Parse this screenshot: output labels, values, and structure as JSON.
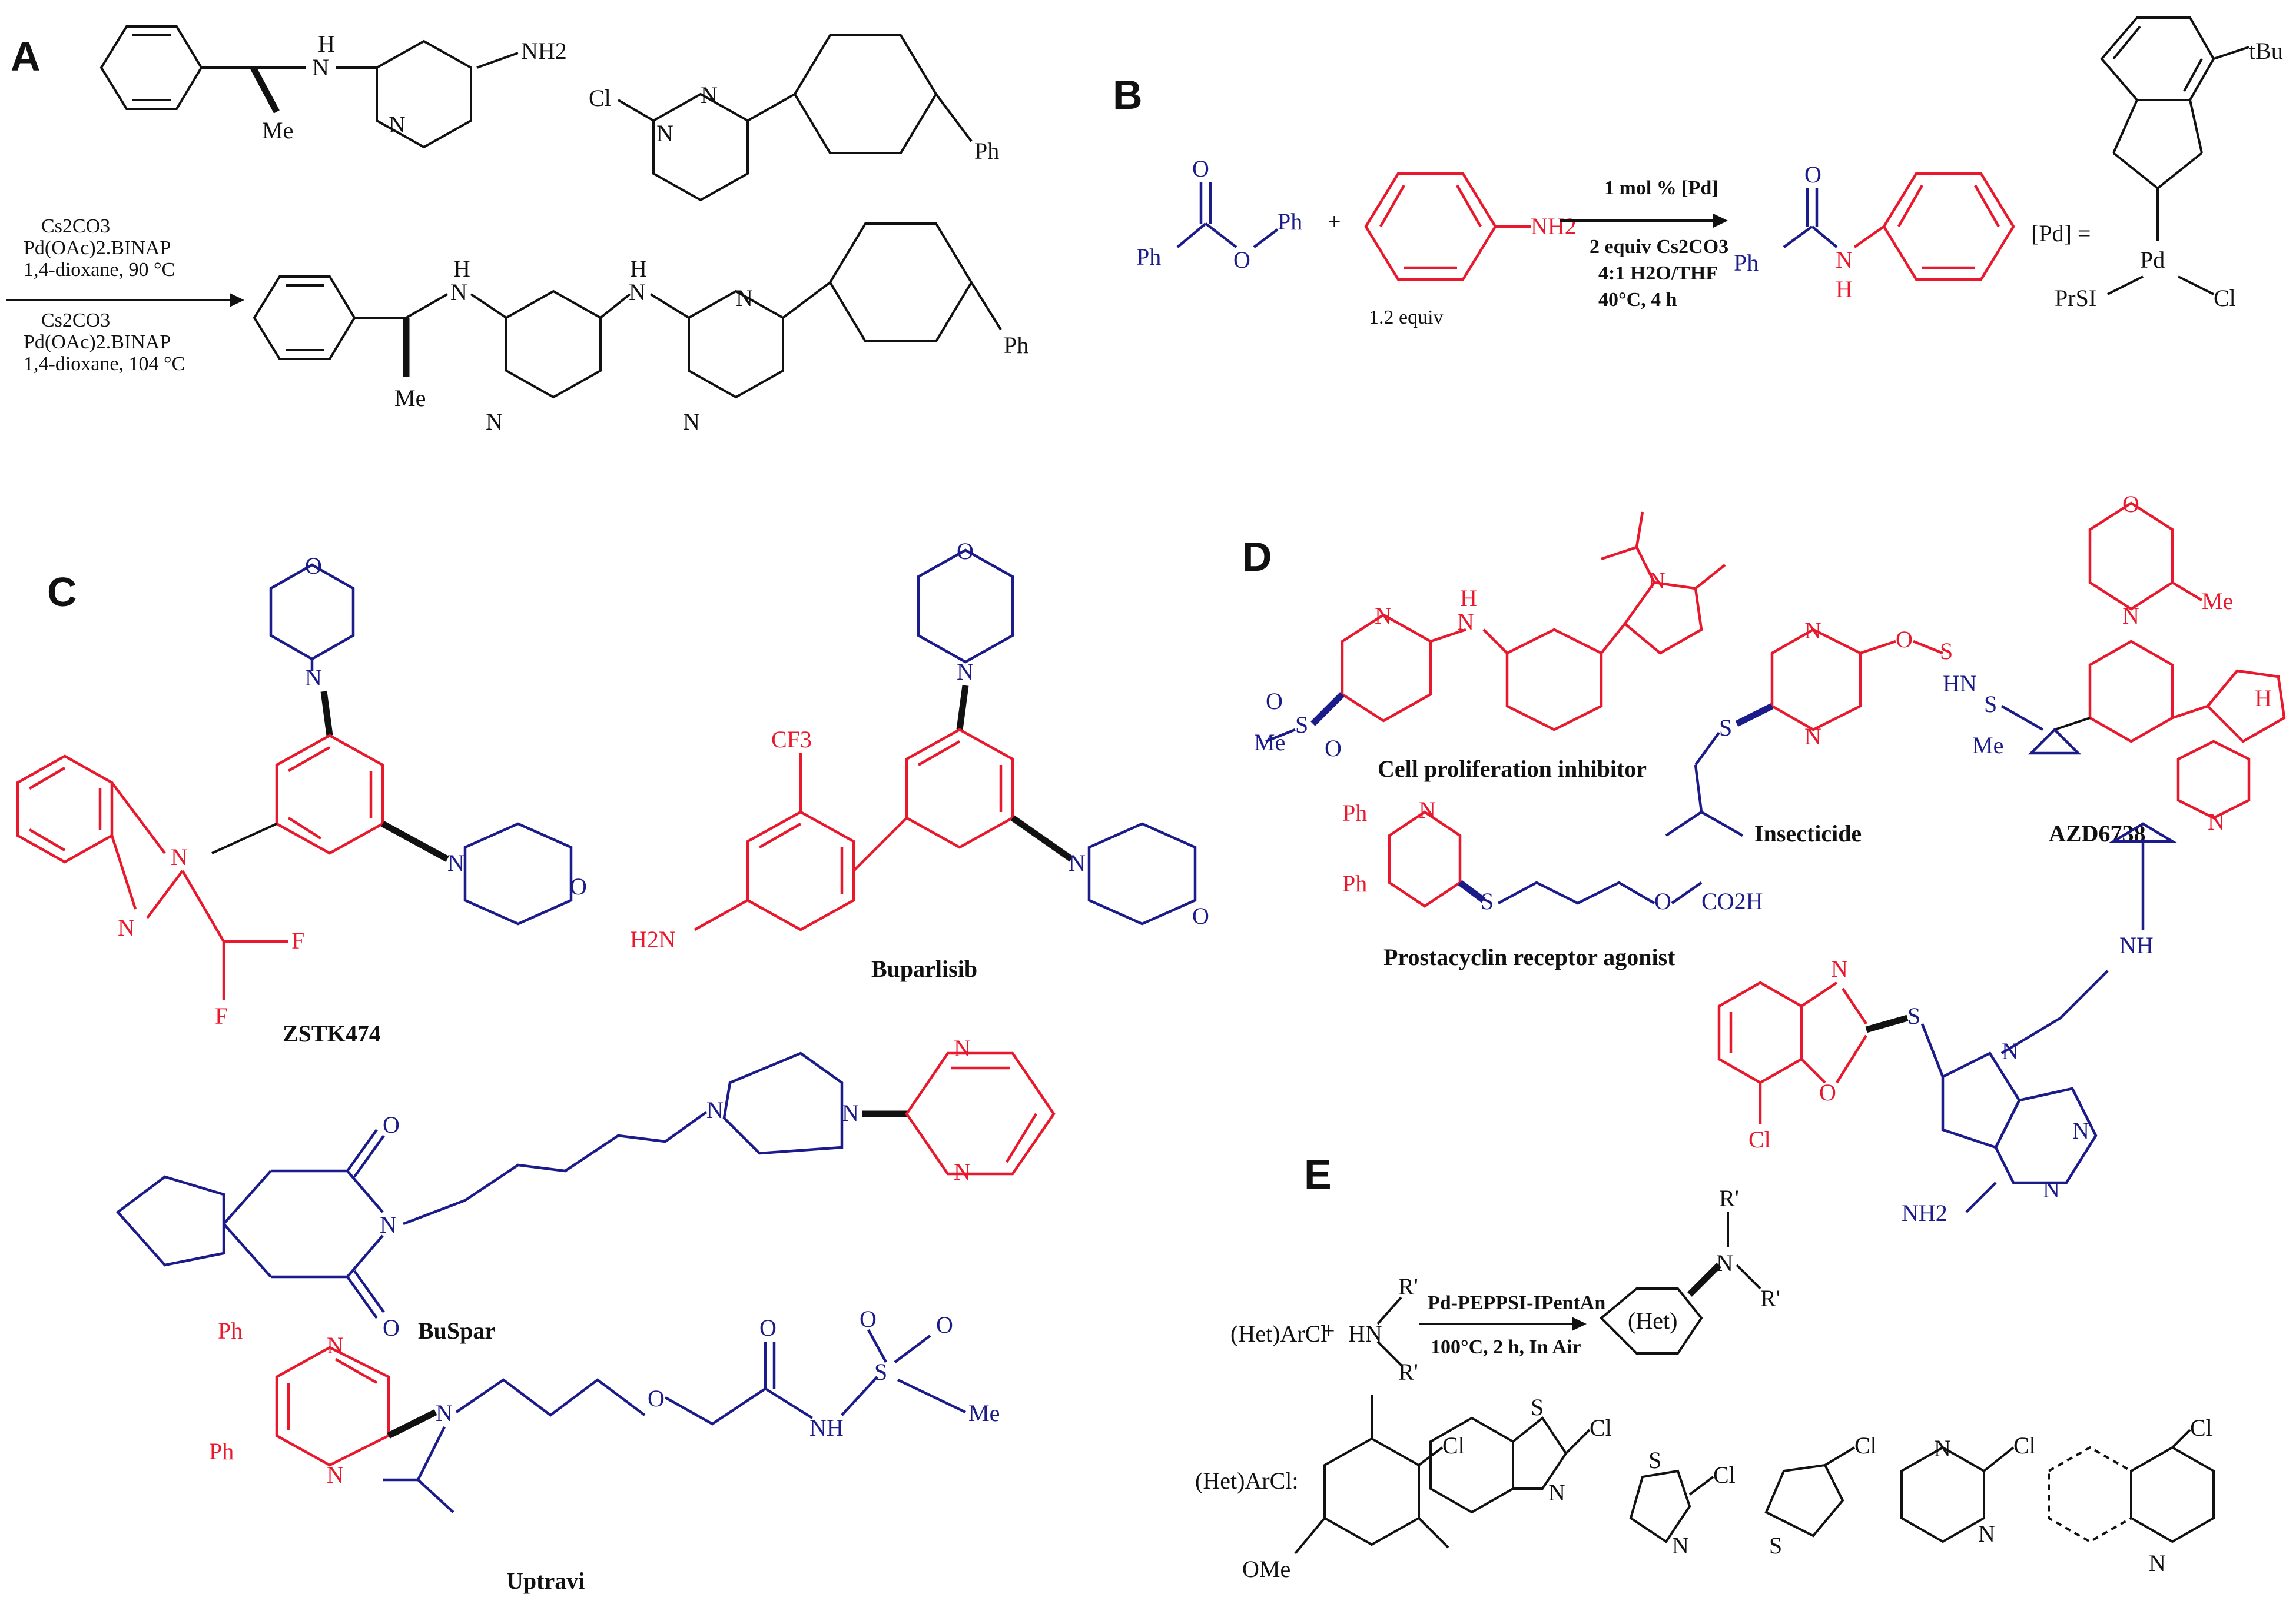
{
  "panels": {
    "A": {
      "letter": "A",
      "labels": {
        "nh2": "NH2",
        "h1": "H",
        "n1": "N",
        "me1": "Me",
        "cl": "Cl",
        "ph1": "Ph",
        "ph2": "Ph",
        "me2": "Me",
        "n_top": "N",
        "n_top2": "N",
        "n_top3": "N",
        "nh_a": "N",
        "nh_a_h": "H",
        "nh_b": "N",
        "nh_b_h": "H",
        "n_bot": "N",
        "n_bot2": "N",
        "n_bot3": "N"
      },
      "conditions": [
        "Cs2CO3",
        "Pd(OAc)2.BINAP",
        "1,4-dioxane, 90 °C",
        "Cs2CO3",
        "Pd(OAc)2.BINAP",
        "1,4-dioxane, 104 °C"
      ]
    },
    "B": {
      "letter": "B",
      "labels": {
        "o_top": "O",
        "ph_left": "Ph",
        "o_ester": "O",
        "ph_ester": "Ph",
        "plus": "+",
        "nh2": "NH2",
        "equiv": "1.2 equiv",
        "o_prod": "O",
        "ph_prod": "Ph",
        "n_prod": "N",
        "h_prod": "H",
        "pd_eq": "[Pd] =",
        "tbu": "tBu",
        "pd": "Pd",
        "iprs": "PrSI",
        "cl": "Cl"
      },
      "conditions": [
        "1 mol % [Pd]",
        "2 equiv Cs2CO3",
        "4:1 H2O/THF",
        "40°C, 4 h"
      ]
    },
    "C": {
      "letter": "C",
      "names": {
        "zstk": "ZSTK474",
        "bupar": "Buparlisib",
        "buspar": "BuSpar",
        "uptravi": "Uptravi"
      },
      "labels": {
        "o1": "O",
        "o2": "O",
        "o3": "O",
        "o4": "O",
        "n": "N",
        "f1": "F",
        "f2": "F",
        "cf3": "CF3",
        "h2n": "H2N",
        "o_bs1": "O",
        "o_bs2": "O",
        "ph1": "Ph",
        "ph2": "Ph",
        "o_up1": "O",
        "o_up2": "O",
        "o_up3": "O",
        "s": "S",
        "nh": "NH",
        "me": "Me",
        "o_ether": "O"
      }
    },
    "D": {
      "letter": "D",
      "names": {
        "cell": "Cell proliferation inhibitor",
        "insect": "Insecticide",
        "azd": "AZD6738",
        "prost": "Prostacyclin receptor agonist"
      },
      "labels": {
        "n": "N",
        "h": "H",
        "s": "S",
        "o": "O",
        "me": "Me",
        "nh": "NH",
        "co2h": "CO2H",
        "ph1": "Ph",
        "ph2": "Ph",
        "cl": "Cl",
        "nh2": "NH2",
        "hn": "HN"
      }
    },
    "E": {
      "letter": "E",
      "labels": {
        "hetarcl": "(Het)ArCl",
        "plus": "+",
        "hn": "HN",
        "r1": "R'",
        "r2": "R'",
        "het": "(Het)",
        "n": "N",
        "r3": "R'",
        "r4": "R'",
        "list_label": "(Het)ArCl:",
        "ome": "OMe",
        "cl": "Cl",
        "s": "S",
        "n2": "N"
      },
      "conditions": [
        "Pd-PEPPSI-IPentAn",
        "100°C, 2 h, In Air"
      ]
    }
  }
}
